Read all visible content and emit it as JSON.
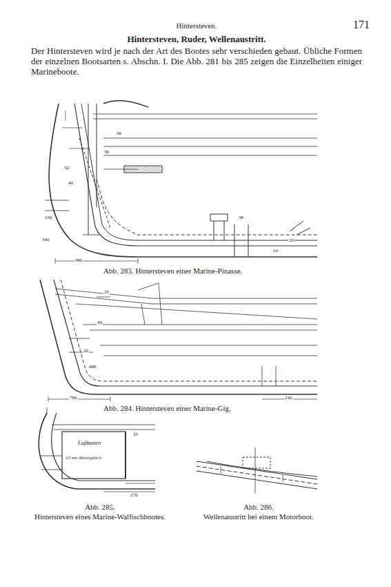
{
  "diagram": {
    "title": "Hintersteven, Ruder, Wellenaustritt.",
    "labels": [
      "Hintersteven.",
      "171",
      "Der Hintersteven wird je nach der Art des Bootes sehr verschieden gebaut. Übliche Formen der einzelnen Bootsarten s. Abschn. I. Die Abb. 281 bis 285 zeigen die Einzelheiten einiger Marineboote.",
      "30",
      "30",
      "50",
      "40",
      "536",
      "340",
      "980",
      "38",
      "20",
      "24",
      "Abb. 283. Hintersteven einer Marine-Pinasse.",
      "25",
      "40",
      "20",
      "480",
      "780",
      "230",
      "Abb. 284. Hintersteven einer Marine-Gig.",
      "Luftkasten",
      "4,5 mm Messingblech",
      "25",
      "270",
      "Abb. 285.",
      "Hintersteven eines Marine-Walfischbootes.",
      "Abb. 286.",
      "Wellenaustritt bei einem Motorboot."
    ]
  }
}
